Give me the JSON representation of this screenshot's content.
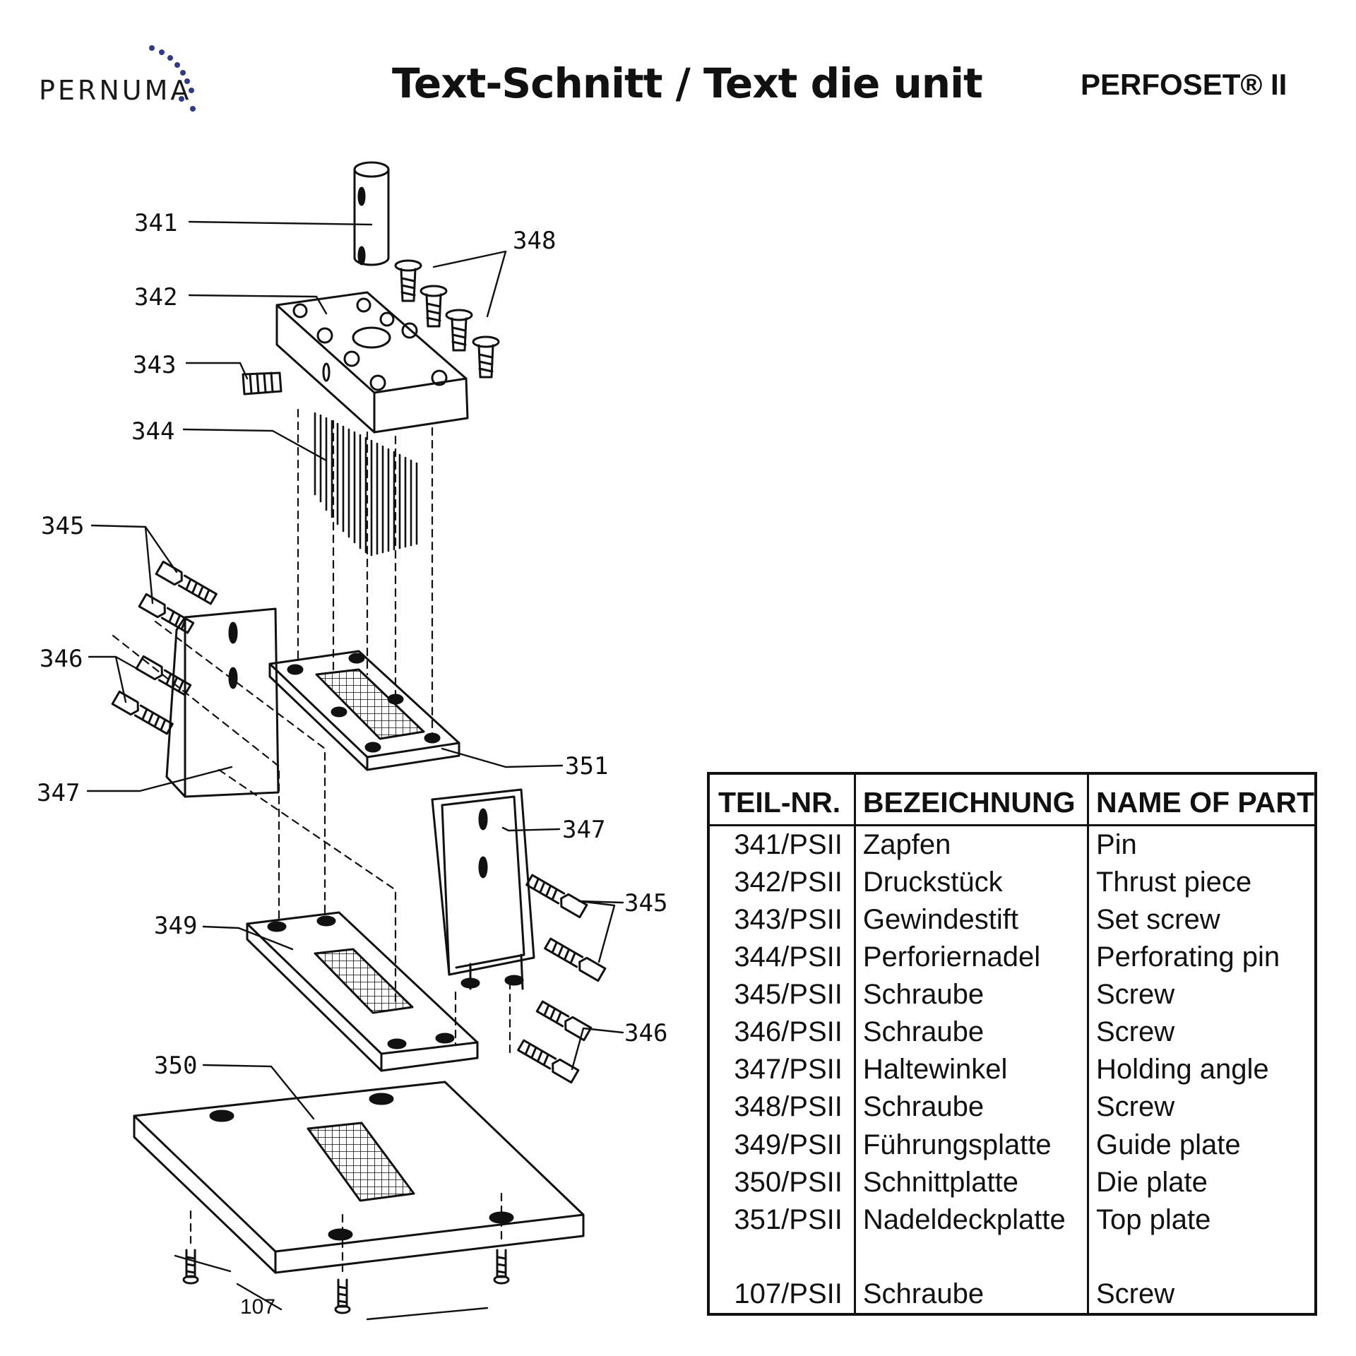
{
  "header": {
    "brand": "PERNUMA",
    "title": "Text-Schnitt / Text die unit",
    "product": "PERFOSET® II"
  },
  "colors": {
    "logo_dots": "#2f3a8f",
    "ink": "#111111"
  },
  "callouts": {
    "c341": "341",
    "c342": "342",
    "c343": "343",
    "c344": "344",
    "c345_left": "345",
    "c346_left": "346",
    "c347_left": "347",
    "c348": "348",
    "c351": "351",
    "c347_right": "347",
    "c345_right": "345",
    "c346_right": "346",
    "c349": "349",
    "c350": "350",
    "c107": "107"
  },
  "parts_table": {
    "headers": [
      "TEIL-NR.",
      "BEZEICHNUNG",
      "NAME OF PART"
    ],
    "rows": [
      [
        "341/PSII",
        "Zapfen",
        "Pin"
      ],
      [
        "342/PSII",
        "Druckstück",
        "Thrust piece"
      ],
      [
        "343/PSII",
        "Gewindestift",
        "Set screw"
      ],
      [
        "344/PSII",
        "Perforiernadel",
        "Perforating pin"
      ],
      [
        "345/PSII",
        "Schraube",
        "Screw"
      ],
      [
        "346/PSII",
        "Schraube",
        "Screw"
      ],
      [
        "347/PSII",
        "Haltewinkel",
        "Holding angle"
      ],
      [
        "348/PSII",
        "Schraube",
        "Screw"
      ],
      [
        "349/PSII",
        "Führungsplatte",
        "Guide plate"
      ],
      [
        "350/PSII",
        "Schnittplatte",
        "Die plate"
      ],
      [
        "351/PSII",
        "Nadeldeckplatte",
        "Top plate"
      ],
      [
        "",
        "",
        ""
      ],
      [
        "107/PSII",
        "Schraube",
        "Screw"
      ]
    ]
  }
}
